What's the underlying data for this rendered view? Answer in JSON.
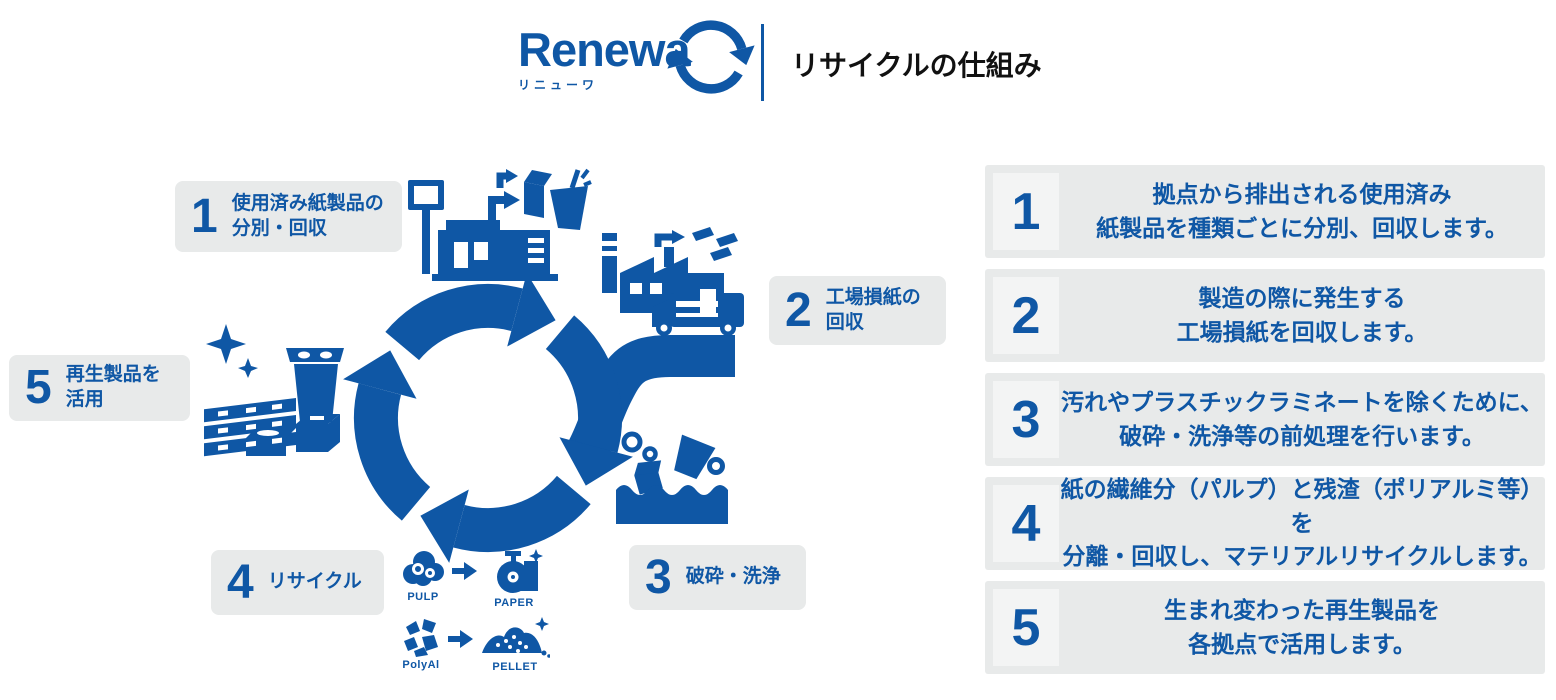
{
  "colors": {
    "primary_blue": "#0f57a5",
    "box_gray": "#e8eaea",
    "number_chip_bg": "#f3f4f4",
    "title_black": "#111111",
    "background": "#ffffff"
  },
  "header": {
    "logo_text": "Renewa",
    "logo_sub": "リニューワ",
    "title": "リサイクルの仕組み"
  },
  "diagram": {
    "steps": [
      {
        "num": "1",
        "label_lines": [
          "使用済み紙製品の",
          "分別・回収"
        ]
      },
      {
        "num": "2",
        "label_lines": [
          "工場損紙の",
          "回収"
        ]
      },
      {
        "num": "3",
        "label_lines": [
          "破砕・洗浄"
        ]
      },
      {
        "num": "4",
        "label_lines": [
          "リサイクル"
        ]
      },
      {
        "num": "5",
        "label_lines": [
          "再生製品を",
          "活用"
        ]
      }
    ],
    "recycle_labels": {
      "pulp": "PULP",
      "paper": "PAPER",
      "polyal": "PolyAl",
      "pellet": "PELLET"
    }
  },
  "details": [
    {
      "num": "1",
      "lines": [
        "拠点から排出される使用済み",
        "紙製品を種類ごとに分別、回収します。"
      ]
    },
    {
      "num": "2",
      "lines": [
        "製造の際に発生する",
        "工場損紙を回収します。"
      ]
    },
    {
      "num": "3",
      "lines": [
        "汚れやプラスチックラミネートを除くために、",
        "破砕・洗浄等の前処理を行います。"
      ]
    },
    {
      "num": "4",
      "lines": [
        "紙の繊維分（パルプ）と残渣（ポリアルミ等）を",
        "分離・回収し、マテリアルリサイクルします。"
      ]
    },
    {
      "num": "5",
      "lines": [
        "生まれ変わった再生製品を",
        "各拠点で活用します。"
      ]
    }
  ],
  "icons": {
    "logo_swirl": "circular-recycle-arrows",
    "cycle": "four-arrow-recycle-loop",
    "step1": "store-with-carton-and-cup",
    "step2": "factory-with-papers-and-truck",
    "step3": "wash-tank-with-floating-items",
    "step4": "pulp-to-paper-and-polyal-to-pellet",
    "step5": "recycled-products-with-sparkles"
  }
}
